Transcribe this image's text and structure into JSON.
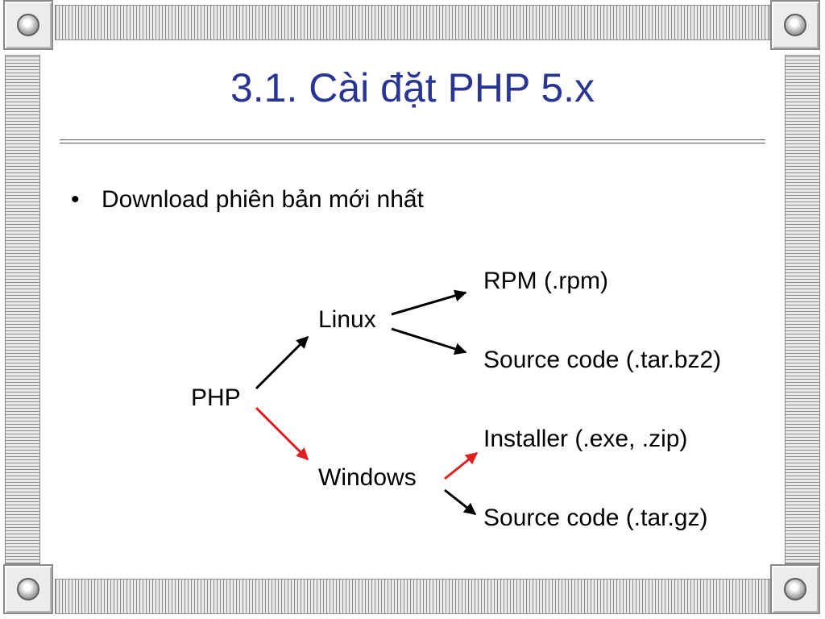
{
  "slide": {
    "title": "3.1. Cài đặt PHP 5.x",
    "bullet_marker": "•",
    "bullet": "Download phiên bản mới nhất"
  },
  "tree": {
    "root": "PHP",
    "branches": [
      {
        "label": "Linux",
        "leaves": [
          "RPM (.rpm)",
          "Source code (.tar.bz2)"
        ]
      },
      {
        "label": "Windows",
        "leaves": [
          "Installer (.exe, .zip)",
          "Source code (.tar.gz)"
        ]
      }
    ]
  },
  "colors": {
    "title": "#283593",
    "arrow_default": "#000000",
    "arrow_highlight": "#e02020"
  }
}
